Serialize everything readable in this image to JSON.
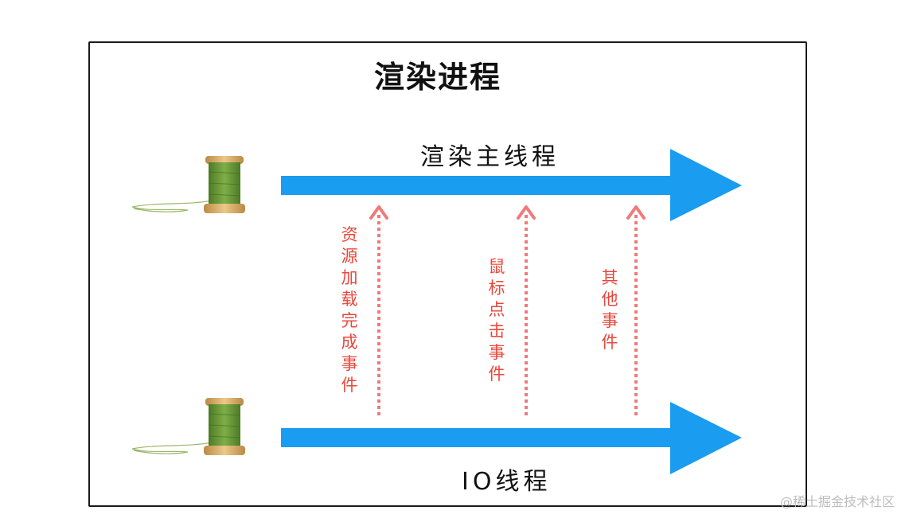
{
  "diagram": {
    "title": "渲染进程",
    "main_thread_label": "渲染主线程",
    "io_thread_label": "IO线程",
    "events": [
      {
        "label": "资源加载完成事件"
      },
      {
        "label": "鼠标点击事件"
      },
      {
        "label": "其他事件"
      }
    ],
    "watermark": "@稀土掘金技术社区",
    "colors": {
      "thread_arrow": "#1a9cf0",
      "event_arrow": "#f07a7a",
      "event_text": "#e8483c",
      "frame": "#1a1a1a",
      "spool_thread": "#6a9a3a",
      "spool_wood": "#d9b06a"
    },
    "icons": [
      "spool-icon",
      "spool-icon"
    ]
  }
}
